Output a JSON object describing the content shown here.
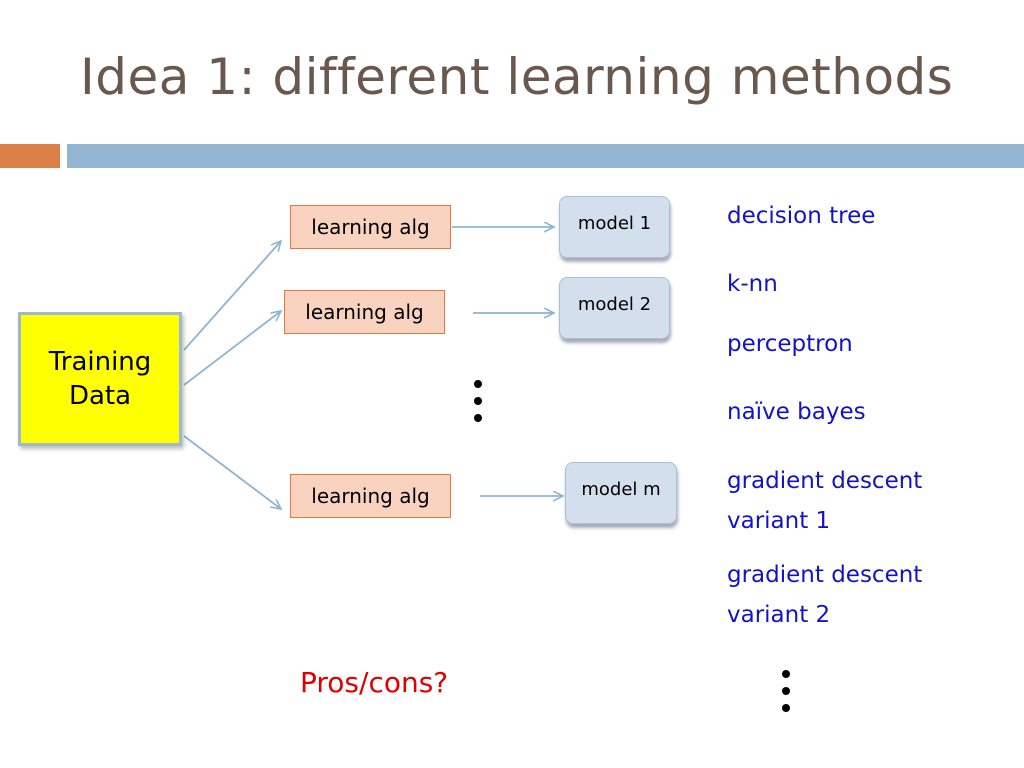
{
  "title": "Idea 1: different learning methods",
  "training_data_label": "Training\nData",
  "learning_algs": [
    {
      "label": "learning alg"
    },
    {
      "label": "learning alg"
    },
    {
      "label": "learning alg"
    }
  ],
  "models": [
    {
      "label": "model 1"
    },
    {
      "label": "model 2"
    },
    {
      "label": "model m"
    }
  ],
  "methods": [
    "decision tree",
    "k-nn",
    "perceptron",
    "naïve bayes",
    "gradient descent variant 1",
    "gradient descent variant 2"
  ],
  "question": "Pros/cons?",
  "colors": {
    "title": "#6b584d",
    "accent_orange": "#dd8047",
    "accent_blue": "#94b6d2",
    "training_fill": "#ffff00",
    "alg_fill": "#f9d2c0",
    "alg_border": "#e8763c",
    "model_fill": "#d3dfec",
    "arrow": "#8fb3d4",
    "method_text": "#1212c8",
    "question_text": "#e00000"
  }
}
